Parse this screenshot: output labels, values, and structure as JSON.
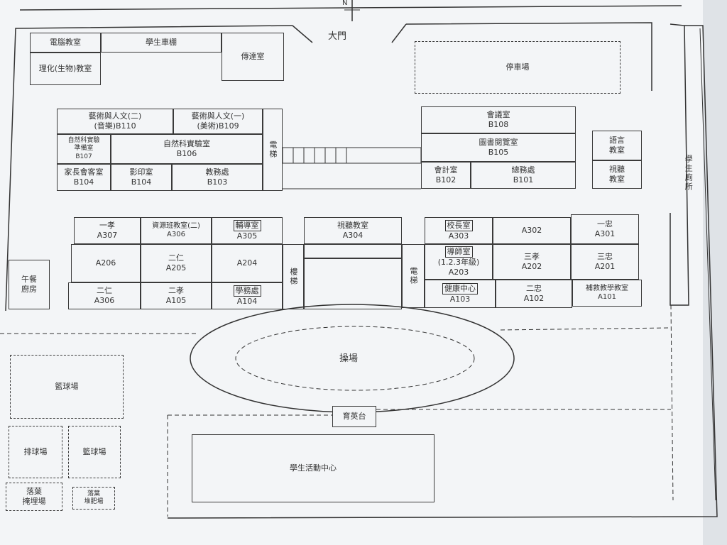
{
  "north_marker": "N",
  "gate": "大門",
  "top_left": {
    "computer_room": "電腦教室",
    "bike_shed": "學生車棚",
    "physics_chem": "理化(生物)教室",
    "reception": "傳達室"
  },
  "parking": "停車場",
  "b_building": {
    "row1": [
      {
        "line1": "藝術與人文(二)",
        "line2": "(音樂)B110"
      },
      {
        "line1": "藝術與人文(一)",
        "line2": "(美術)B109"
      }
    ],
    "science_prep": {
      "line1": "自然科實驗",
      "line2": "準備室",
      "code": "B107"
    },
    "science_lab": {
      "name": "自然科實驗室",
      "code": "B106"
    },
    "parents_room": {
      "name": "家長會客室",
      "code": "B104"
    },
    "copy_room": {
      "name": "影印室",
      "code": "B104"
    },
    "academic_office": {
      "name": "教務處",
      "code": "B103"
    },
    "stairs": "電梯",
    "meeting_room": {
      "name": "會議室",
      "code": "B108"
    },
    "library": {
      "name": "圖書閱覽室",
      "code": "B105"
    },
    "accounting": {
      "name": "會計室",
      "code": "B102"
    },
    "general_affairs": {
      "name": "總務處",
      "code": "B101"
    }
  },
  "language": {
    "line1": "語言",
    "line2": "教室"
  },
  "music": {
    "line1": "視聽",
    "line2": "教室"
  },
  "toilet": "學生廁所",
  "a_building": {
    "r1": [
      {
        "name": "一孝",
        "code": "A307"
      },
      {
        "name": "資源班教室(二)",
        "code": "A306"
      },
      {
        "name": "輔導室",
        "code": "A305"
      },
      {
        "name": "視聽教室",
        "code": "A304"
      },
      {
        "name": "校長室",
        "code": "A303"
      },
      {
        "name": "",
        "code": "A302"
      },
      {
        "name": "一忠",
        "code": "A301"
      }
    ],
    "r2": [
      {
        "name": "",
        "code": "A206"
      },
      {
        "name": "二仁",
        "code": "A205"
      },
      {
        "name": "",
        "code": "A204"
      },
      {
        "name": "導師室",
        "code": "(1.2.3年級)",
        "code2": "A203"
      },
      {
        "name": "三孝",
        "code": "A202"
      },
      {
        "name": "三忠",
        "code": "A201"
      }
    ],
    "r3": [
      {
        "name": "二仁",
        "code": "A306"
      },
      {
        "name": "二孝",
        "code": "A105"
      },
      {
        "name": "學務處",
        "code": "A104"
      },
      {
        "name": "健康中心",
        "code": "A103"
      },
      {
        "name": "二忠",
        "code": "A102"
      },
      {
        "name": "補救教學教室",
        "code": "A101"
      }
    ],
    "stair_left": "樓梯",
    "stair_right": "電梯"
  },
  "lunch_kitchen": {
    "line1": "午餐",
    "line2": "廚房"
  },
  "playground": "操場",
  "podium": "育英台",
  "activity_center": "學生活動中心",
  "basketball1": "籃球場",
  "volleyball": "排球場",
  "basketball2": "籃球場",
  "waste1": {
    "line1": "落葉",
    "line2": "掩埋場"
  },
  "waste2": {
    "line1": "落葉",
    "line2": "堆肥場"
  }
}
